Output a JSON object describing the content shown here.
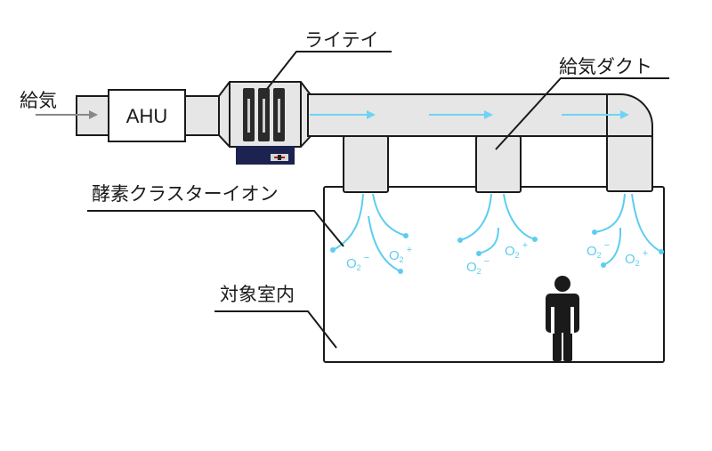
{
  "labels": {
    "supply_air": "給気",
    "ahu": "AHU",
    "raitei": "ライテイ",
    "supply_duct": "給気ダクト",
    "oxygen_cluster_ion": "酵素クラスターイオン",
    "target_room": "対象室内"
  },
  "ions": [
    {
      "base": "O",
      "sub": "2",
      "charge": "−"
    },
    {
      "base": "O",
      "sub": "2",
      "charge": "+"
    },
    {
      "base": "O",
      "sub": "2",
      "charge": "+"
    },
    {
      "base": "O",
      "sub": "2",
      "charge": "−"
    },
    {
      "base": "O",
      "sub": "2",
      "charge": "−"
    },
    {
      "base": "O",
      "sub": "2",
      "charge": "+"
    }
  ],
  "colors": {
    "duct_fill": "#e6e6e6",
    "outline": "#1a1a1a",
    "ion_blue": "#5ccdf0",
    "flow_arrow": "#6fd3f5",
    "device_base": "#1c2350",
    "inlet_arrow": "#888888"
  }
}
